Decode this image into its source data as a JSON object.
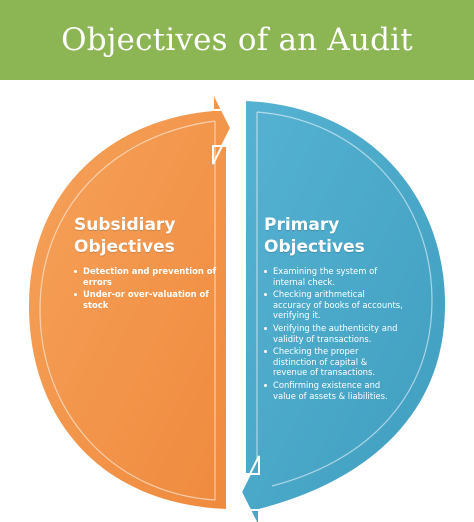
{
  "title": "Objectives of an Audit",
  "colors": {
    "title_bg": "#8cb553",
    "left_fill": "#f4954a",
    "right_fill": "#4aa8c8"
  },
  "left": {
    "heading_line1": "Subsidiary",
    "heading_line2": "Objectives",
    "items": [
      "Detection and prevention of errors",
      "Under-or over-valuation of stock"
    ]
  },
  "right": {
    "heading_line1": "Primary",
    "heading_line2": "Objectives",
    "items": [
      "Examining the system of internal check.",
      "Checking arithmetical accuracy of books of accounts, verifying it.",
      "Verifying the authenticity and validity of transactions.",
      "Checking the proper distinction of capital & revenue of transactions.",
      "Confirming existence and value of assets & liabilities."
    ]
  }
}
